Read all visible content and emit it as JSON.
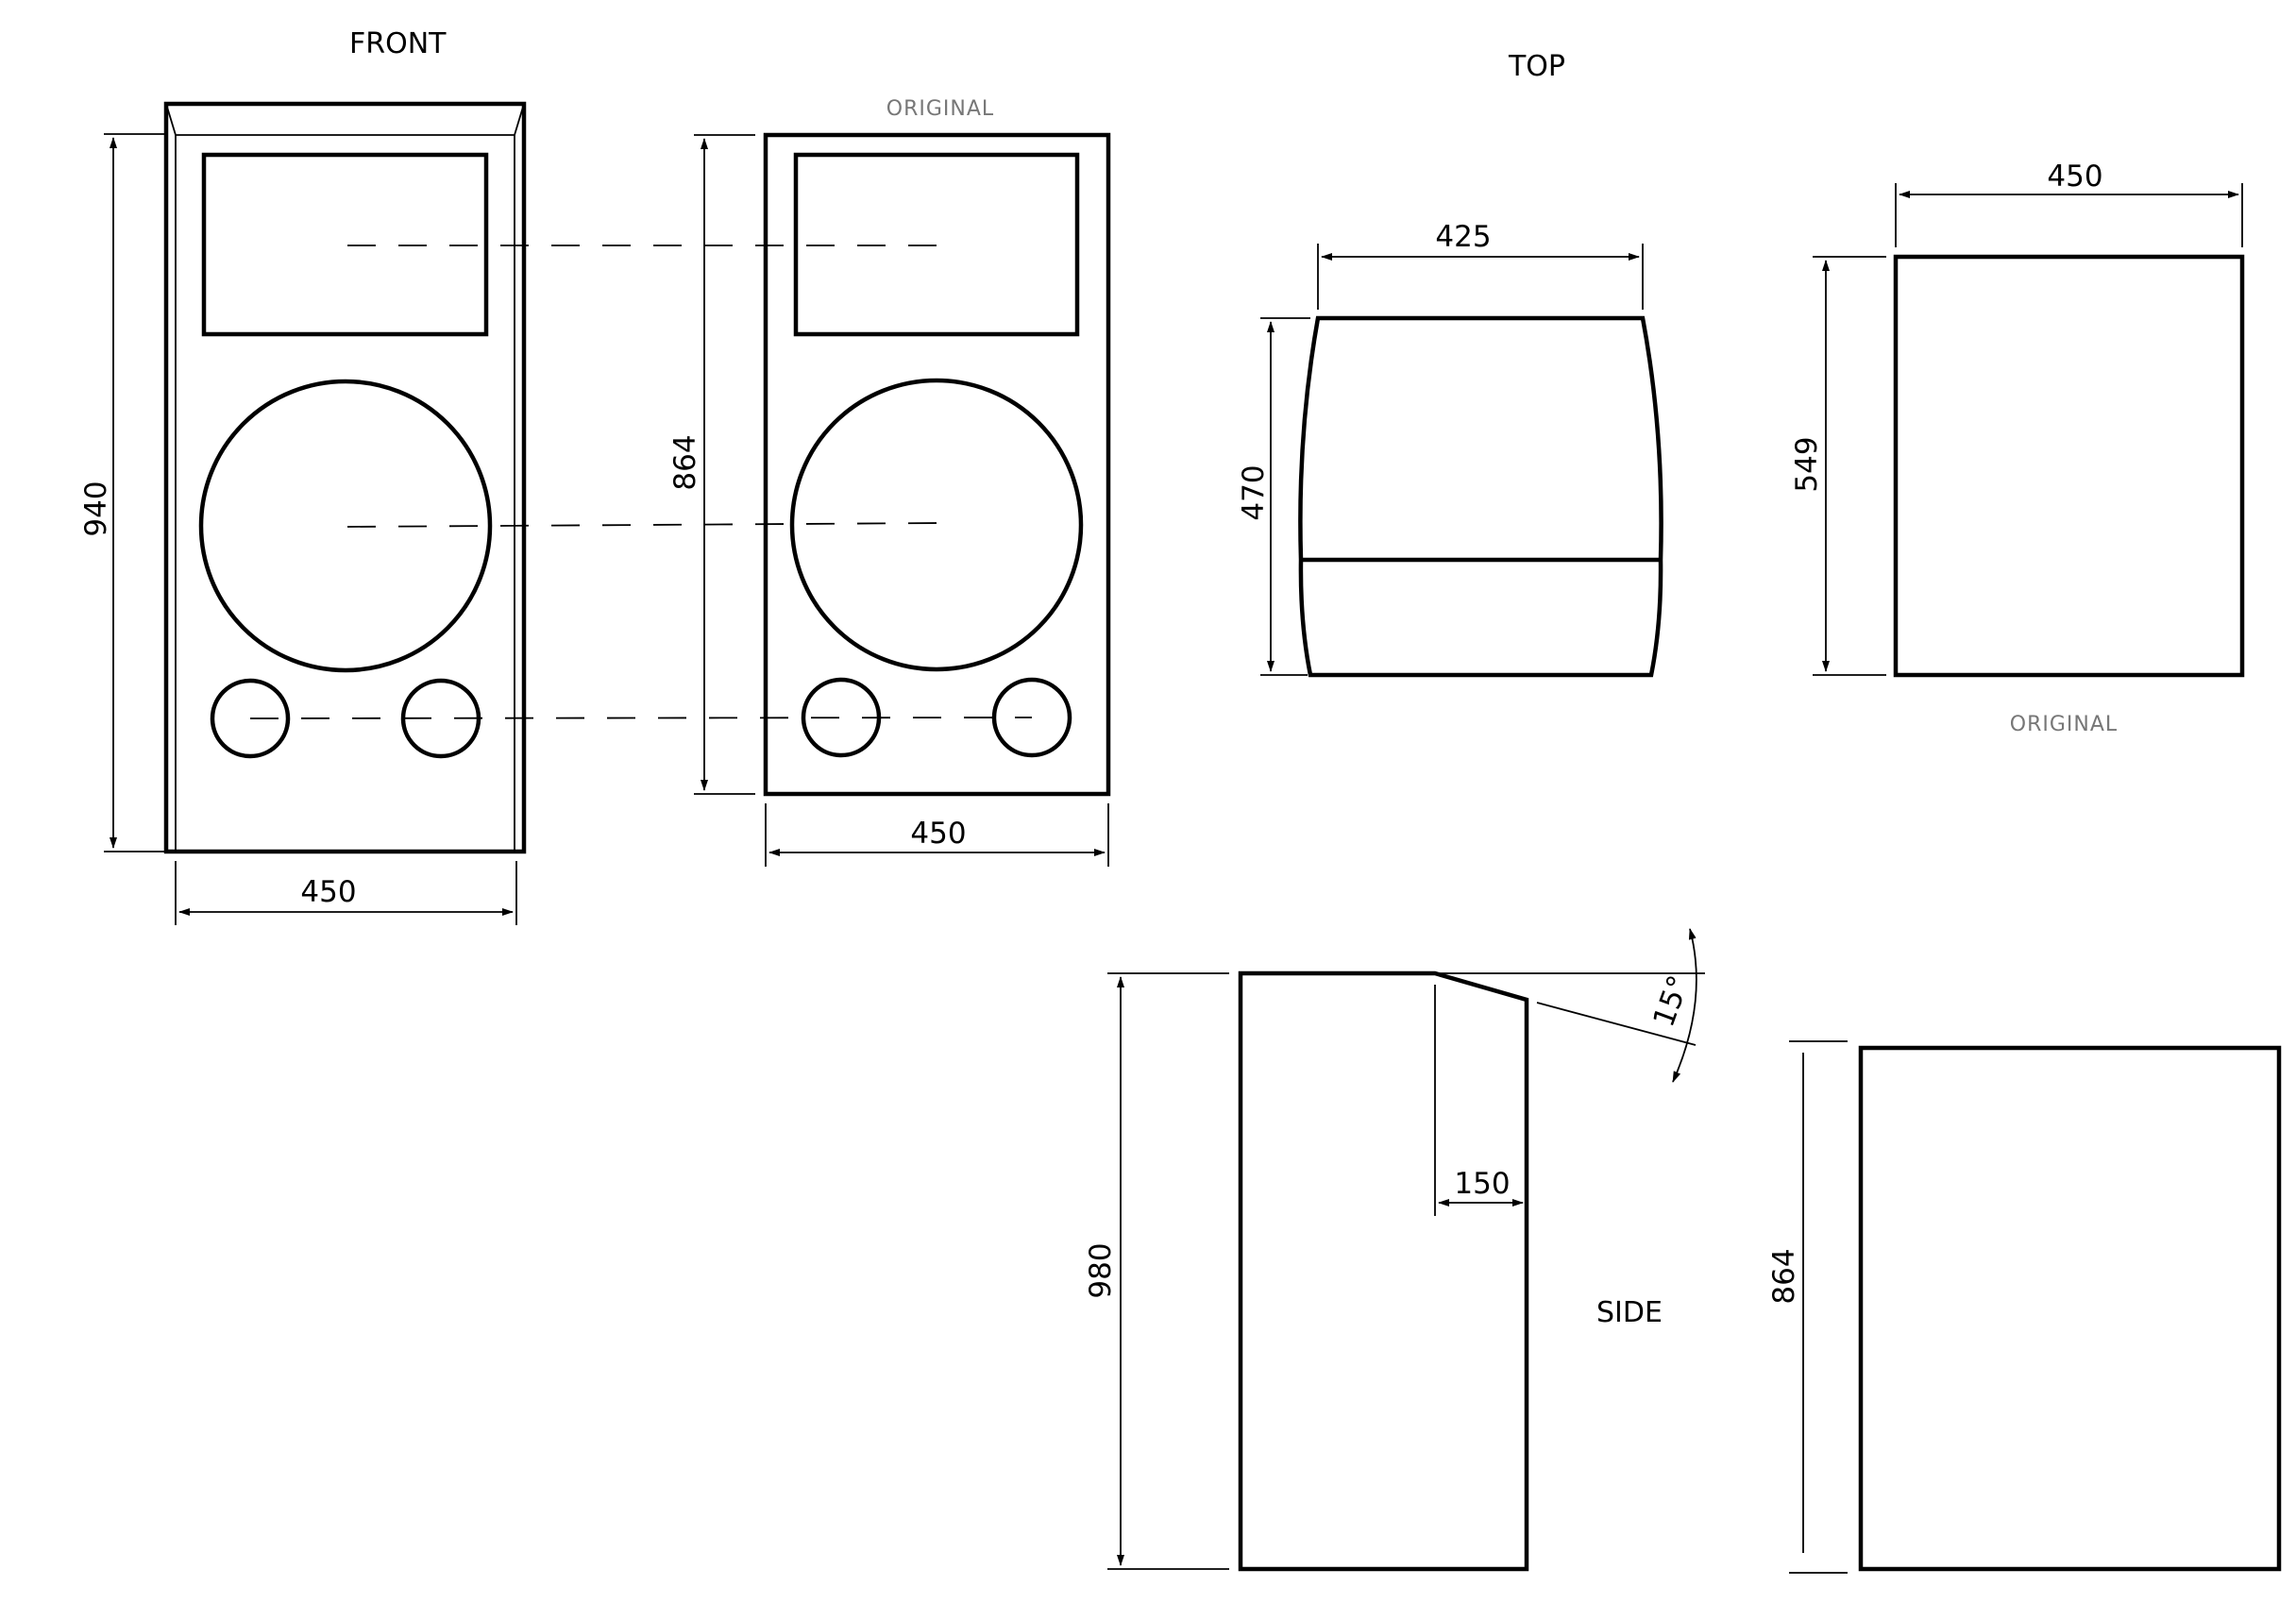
{
  "labels": {
    "front": "FRONT",
    "top": "TOP",
    "side": "SIDE",
    "original_front": "ORIGINAL",
    "original_top": "ORIGINAL"
  },
  "dimensions": {
    "front_new_height": "940",
    "front_new_width": "450",
    "front_orig_height": "864",
    "front_orig_width": "450",
    "top_new_width": "425",
    "top_new_depth": "470",
    "top_orig_width": "450",
    "top_orig_depth": "549",
    "side_new_height": "980",
    "side_slope_offset": "150",
    "side_angle": "15°",
    "side_orig_height": "864"
  }
}
